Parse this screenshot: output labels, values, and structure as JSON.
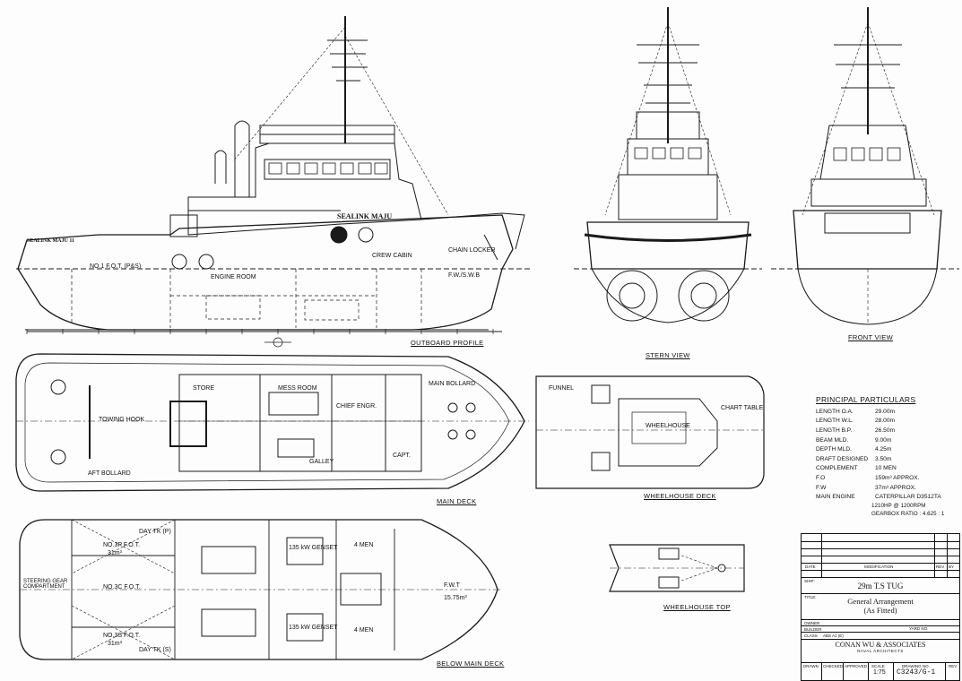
{
  "views": {
    "outboard_profile": "OUTBOARD PROFILE",
    "stern_view": "STERN VIEW",
    "front_view": "FRONT VIEW",
    "main_deck": "MAIN DECK",
    "wheelhouse_deck": "WHEELHOUSE DECK",
    "wheelhouse_top": "WHEELHOUSE TOP",
    "below_main_deck": "BELOW MAIN DECK"
  },
  "hull_name": "SEALINK MAJU",
  "hull_name_stern": "SEALINK MAJU 11",
  "profile_labels": {
    "engine_room": "ENGINE ROOM",
    "crew_cabin": "CREW CABIN",
    "chain_locker": "CHAIN LOCKER",
    "fot": "NO.1 F.O.T. (P&S)",
    "fw": "F.W./S.W.B"
  },
  "main_deck_labels": {
    "mess_room": "MESS ROOM",
    "chief_engr": "CHIEF ENGR.",
    "galley": "GALLEY",
    "store": "STORE",
    "capt": "CAPT.",
    "towing_hook": "TOWING HOOK",
    "main_bollard": "MAIN BOLLARD",
    "aft_bollard": "AFT BOLLARD"
  },
  "wheelhouse_labels": {
    "wheelhouse": "WHEELHOUSE",
    "funnel": "FUNNEL",
    "chart_table": "CHART TABLE"
  },
  "below_deck_labels": {
    "fot_p": "NO.3P F.O.T.",
    "fot_c": "NO.3C F.O.T.",
    "fot_s": "NO.3S F.O.T.",
    "vol_p": "31m³",
    "vol_s": "31m³",
    "day_tk_p": "DAY TK (P)",
    "day_tk_s": "DAY TK (S)",
    "genset_1": "135 kW GENSET",
    "genset_2": "135 kW GENSET",
    "men_4a": "4 MEN",
    "men_4b": "4 MEN",
    "steering": "STEERING GEAR COMPARTMENT",
    "fwt": "F.W.T",
    "fw_vol": "15.75m³"
  },
  "particulars": {
    "heading": "PRINCIPAL PARTICULARS",
    "rows": [
      {
        "k": "LENGTH O.A.",
        "v": "29.00m"
      },
      {
        "k": "LENGTH W.L.",
        "v": "28.00m"
      },
      {
        "k": "LENGTH B.P.",
        "v": "26.50m"
      },
      {
        "k": "BEAM MLD.",
        "v": "9.00m"
      },
      {
        "k": "DEPTH MLD.",
        "v": "4.25m"
      },
      {
        "k": "DRAFT DESIGNED",
        "v": "3.50m"
      },
      {
        "k": "COMPLEMENT",
        "v": "10 MEN"
      },
      {
        "k": "F.O",
        "v": "159m³ APPROX."
      },
      {
        "k": "F.W",
        "v": "37m³ APPROX."
      },
      {
        "k": "MAIN ENGINE",
        "v": "CATERPILLAR D3512TA"
      }
    ],
    "engine_power": "1210HP @ 1200RPM",
    "gearbox": "GEARBOX RATIO : 4.625 : 1"
  },
  "titleblock": {
    "date_h": "DATE",
    "mod_h": "MODIFICATION",
    "rev_h": "REV",
    "by_h": "BY",
    "ship_h": "SHIP:",
    "ship": "29m T.S TUG",
    "title_h": "TITLE:",
    "title_1": "General Arrangement",
    "title_2": "(As Fitted)",
    "owner_h": "OWNER",
    "builder_h": "BUILDER",
    "class_h": "CLASS",
    "class_v": "ABS A1 (E)",
    "yard_no": "YARD NO.",
    "firm": "CONAN WU & ASSOCIATES",
    "firm_sub": "NAVAL ARCHITECTS",
    "drawn_h": "DRAWN",
    "checked_h": "CHECKED",
    "approved_h": "APPROVED",
    "scale_h": "SCALE",
    "dwg_h": "DRAWING NO.",
    "rev2_h": "REV",
    "scale": "1:75",
    "dwg": "C3243/G-1"
  }
}
